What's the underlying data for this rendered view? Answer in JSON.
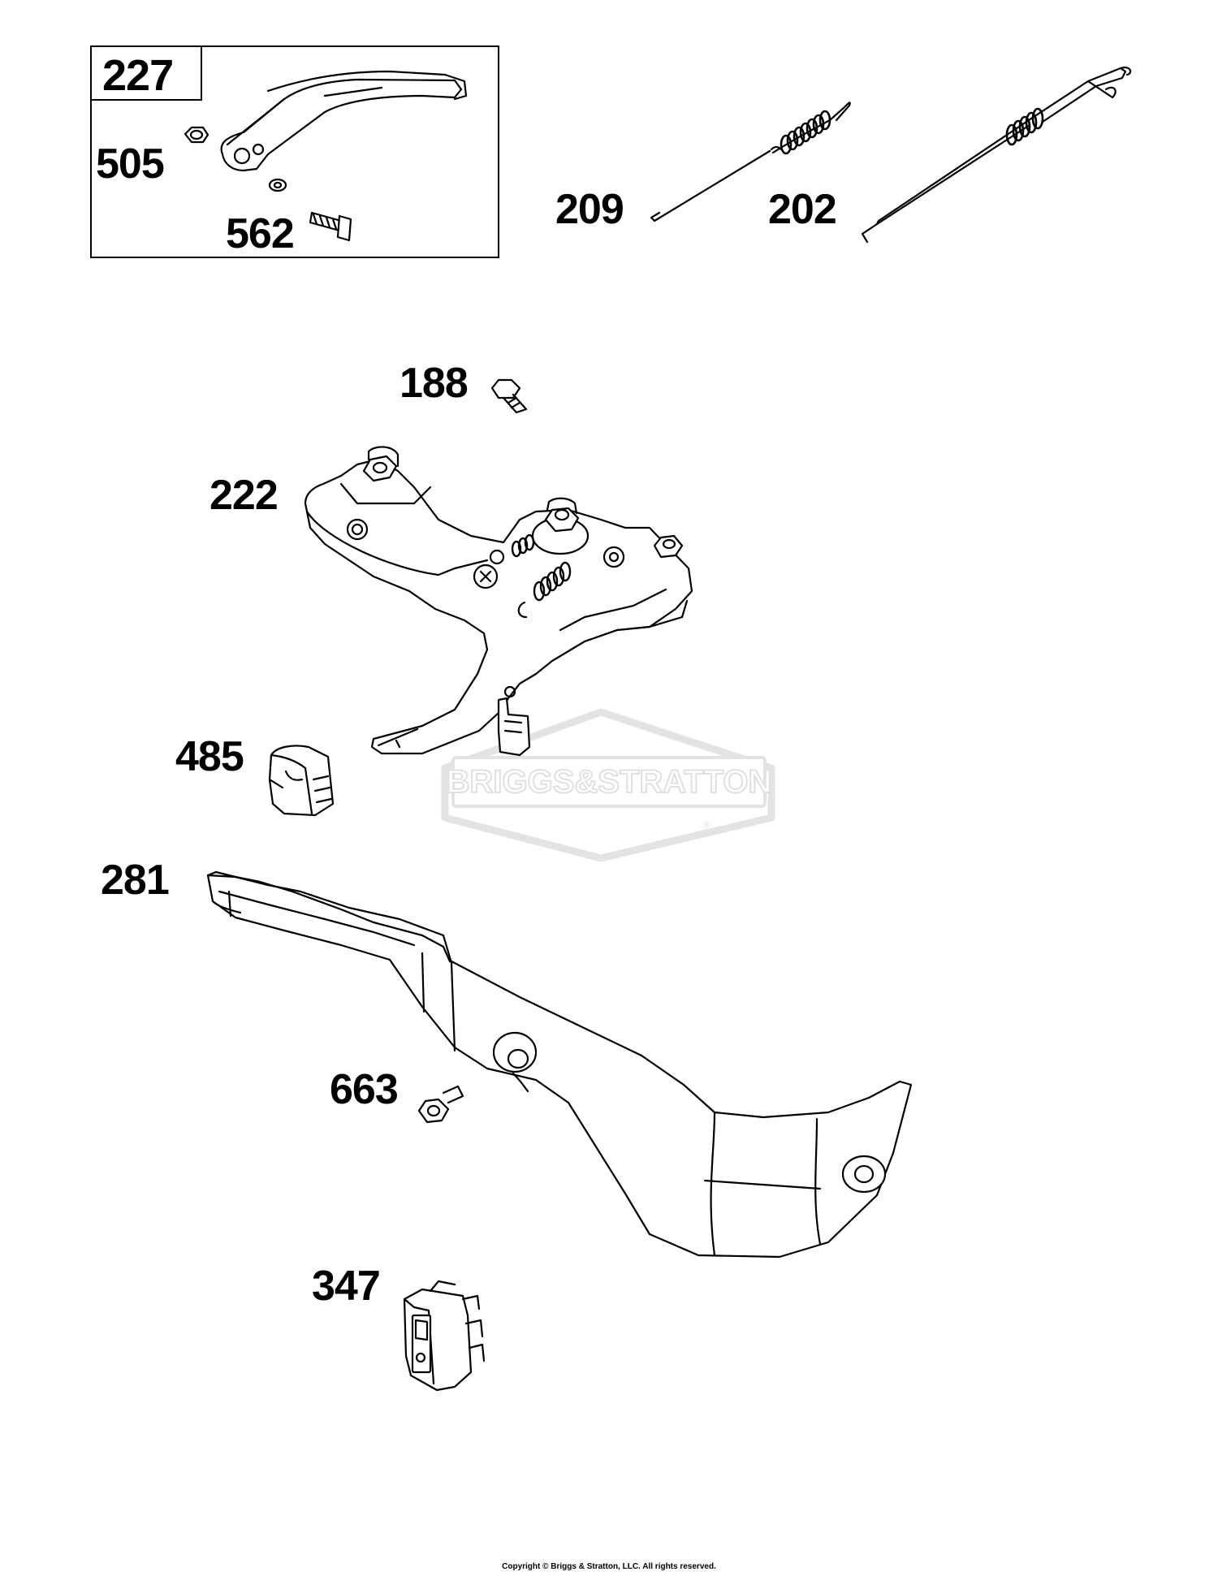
{
  "kit": {
    "number": "227"
  },
  "callouts": {
    "c505": "505",
    "c562": "562",
    "c209": "209",
    "c202": "202",
    "c188": "188",
    "c222": "222",
    "c485": "485",
    "c281": "281",
    "c663": "663",
    "c347": "347"
  },
  "watermark": {
    "text": "BRIGGS&STRATTON",
    "mark": "®"
  },
  "footer": {
    "copyright": "Copyright © Briggs & Stratton, LLC. All rights reserved."
  },
  "colors": {
    "ink": "#000000",
    "watermark": "#e3e3e3"
  }
}
